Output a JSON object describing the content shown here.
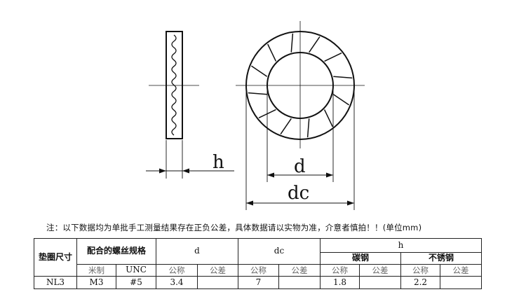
{
  "drawing": {
    "label_h": "h",
    "label_d": "d",
    "label_dc": "dc"
  },
  "note": "注：以下数据均为单批手工测量结果存在正负公差，具体数据请以实物为准，介意者慎拍！！(单位mm)",
  "table": {
    "col_size": "垫圈尺寸",
    "col_thread": "配合的螺丝规格",
    "col_d": "d",
    "col_dc": "dc",
    "col_h": "h",
    "col_carbon": "碳钢",
    "col_stainless": "不锈钢",
    "sub_metric": "米制",
    "sub_unc": "UNC",
    "sub_nominal": "公称",
    "sub_tolerance": "公差",
    "rows": [
      {
        "size": "NL3",
        "metric": "M3",
        "unc": "#5",
        "d": "3.4",
        "dc": "7",
        "h_carbon": "1.8",
        "h_stainless": "2.2"
      }
    ]
  }
}
